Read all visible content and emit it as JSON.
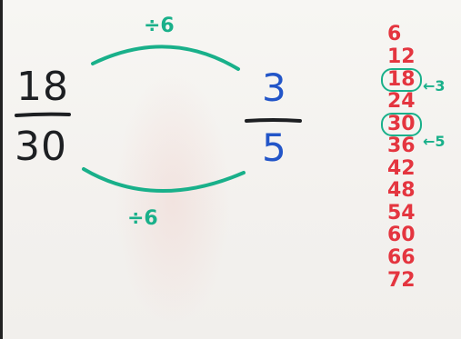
{
  "whiteboard": {
    "fraction_left": {
      "numerator": "18",
      "denominator": "30"
    },
    "fraction_right": {
      "numerator": "3",
      "denominator": "5"
    },
    "operation_top": "÷6",
    "operation_bottom": "÷6",
    "multiples_of_6": [
      "6",
      "12",
      "18",
      "24",
      "30",
      "36",
      "42",
      "48",
      "54",
      "60",
      "66",
      "72"
    ],
    "circled_multiples": [
      "18",
      "30"
    ],
    "arrow_notes": {
      "for_18": "←3",
      "for_30": "←5"
    },
    "colors": {
      "black_marker": "#1d1f22",
      "blue_marker": "#2255c8",
      "green_marker": "#19b08a",
      "red_marker": "#e4353f"
    }
  }
}
